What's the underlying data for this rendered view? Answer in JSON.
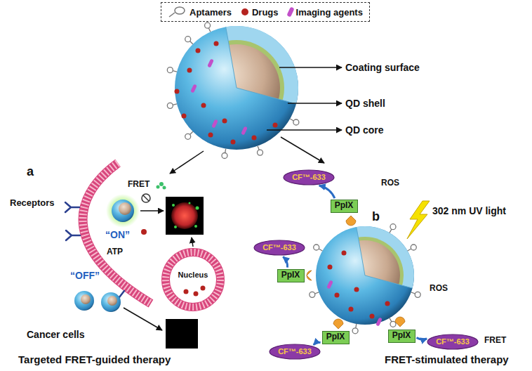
{
  "diagram": {
    "nodes": [
      {
        "text": [
          "Nucleus"
        ]
      },
      {
        "text": [
          "CF™-633"
        ]
      },
      {
        "text": [
          "PpIX"
        ]
      },
      {
        "text": [
          "CF™-633"
        ]
      },
      {
        "text": [
          "PpIX"
        ]
      },
      {
        "text": [
          "PpIX"
        ]
      },
      {
        "text": [
          "CF™-633"
        ]
      },
      {
        "text": [
          "PpIX"
        ]
      },
      {
        "text": [
          "CF™-633"
        ]
      }
    ],
    "edges": [
      {
        "from": 2,
        "to": 1,
        "arrow": "to"
      },
      {
        "from": 4,
        "to": 3,
        "arrow": "to"
      },
      {
        "from": 5,
        "to": 6,
        "arrow": "to"
      },
      {
        "from": 7,
        "to": 8,
        "arrow": "to"
      }
    ],
    "labels": [
      "Coating surface",
      "QD shell",
      "QD core",
      "a",
      "Receptors",
      "FRET",
      "“ON”",
      "ATP",
      "“OFF”",
      "Cancer cells",
      "Targeted FRET-guided therapy",
      "b",
      "ROS",
      "302 nm UV light",
      "ROS",
      "FRET",
      "FRET-stimulated therapy"
    ],
    "legend": [
      {
        "text": "Aptamers"
      },
      {
        "text": "Drugs",
        "color": "#b5231f"
      },
      {
        "text": "Imaging agents",
        "color": "#c24fc9"
      }
    ]
  }
}
